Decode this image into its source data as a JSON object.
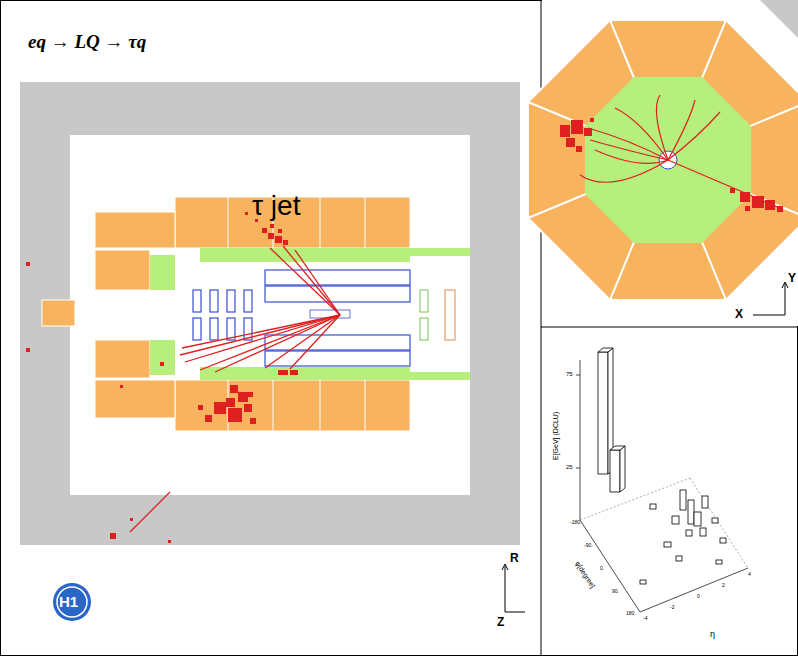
{
  "diagram": {
    "title": "eq → LQ → τq",
    "labels": [
      "τ jet",
      "Y",
      "X",
      "R",
      "Z",
      "H1",
      "E[GeV] (DCLU)",
      "75",
      "25",
      "φ[degree]",
      "η",
      "-180.",
      "-90.",
      "0.",
      "90.",
      "180.",
      "-4",
      "-2",
      "0",
      "2",
      "4"
    ]
  }
}
